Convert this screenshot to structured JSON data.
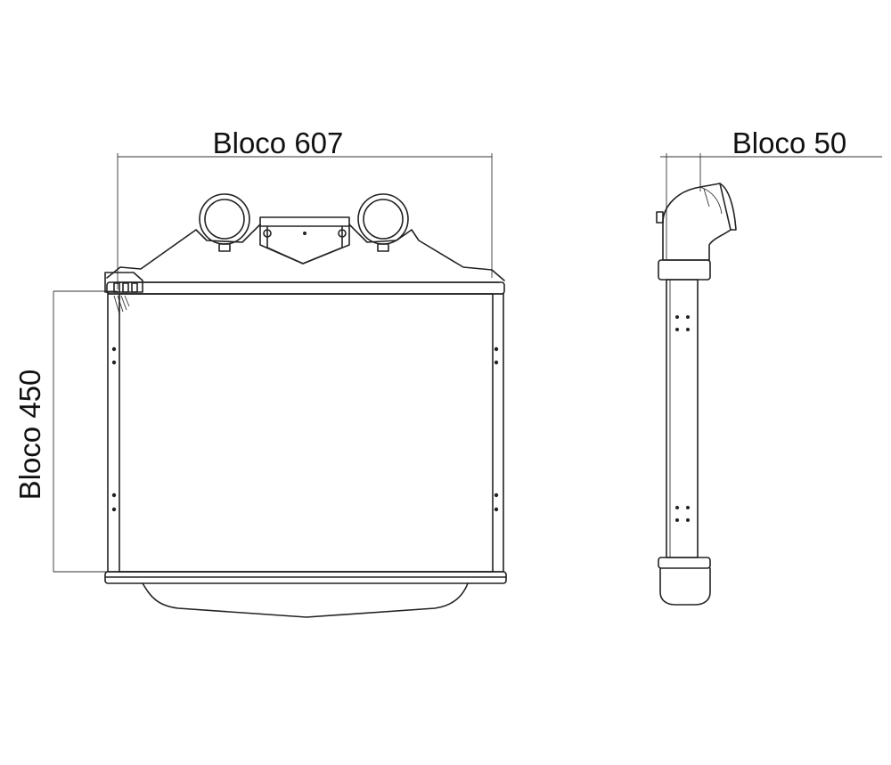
{
  "dimensions": {
    "width_label": "Bloco 607",
    "height_label": "Bloco 450",
    "depth_label": "Bloco 50"
  },
  "colors": {
    "line": "#222222",
    "background": "#ffffff"
  }
}
